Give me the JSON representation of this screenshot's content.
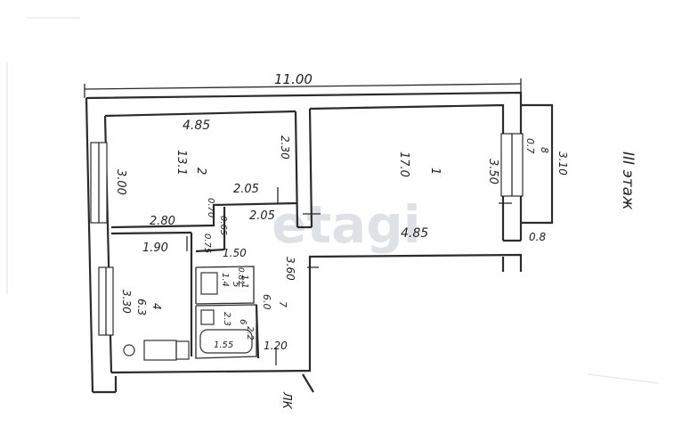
{
  "plan": {
    "overall_width": "11.00",
    "floor_label": "III этаж",
    "entrance_label": "ЛК",
    "watermark": "etagi",
    "rooms": [
      {
        "number": "1",
        "area": "17.0",
        "width": "4.85",
        "depth": "3.50"
      },
      {
        "number": "2",
        "area": "13.1",
        "width": "4.85",
        "depth_left": "3.00",
        "depth_right": "2.30"
      },
      {
        "number": "4",
        "area": "6.3",
        "depth": "3.30",
        "width": "1.90"
      },
      {
        "number": "5",
        "area": "1.1",
        "width": "1.4"
      },
      {
        "number": "6",
        "area": "2.3",
        "width": "1.55"
      },
      {
        "number": "7",
        "area": "6.0",
        "depth": "3.60",
        "width": "1.20"
      },
      {
        "number": "8",
        "area": "0.7",
        "depth": "3.10",
        "width": "0.8"
      }
    ],
    "dimensions": {
      "d_280": "2.80",
      "d_205a": "2.05",
      "d_205b": "2.05",
      "d_070": "0.70",
      "d_065": "0.65",
      "d_075": "0.75",
      "d_150": "1.50",
      "d_081": "0.81",
      "d_22": "2.2"
    }
  }
}
